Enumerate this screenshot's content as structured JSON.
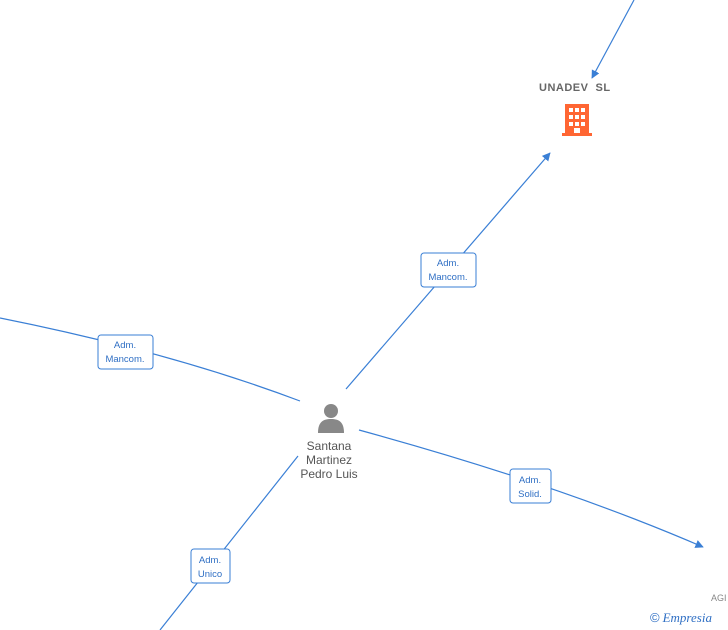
{
  "company": {
    "name": "UNADEV  SL",
    "icon": "building-icon",
    "color": "#ff6633"
  },
  "person": {
    "name_line1": "Santana",
    "name_line2": "Martinez",
    "name_line3": "Pedro Luis",
    "icon": "person-icon",
    "color": "#888888"
  },
  "edges": [
    {
      "id": "edge-to-company",
      "label_line1": "Adm.",
      "label_line2": "Mancom."
    },
    {
      "id": "edge-left",
      "label_line1": "Adm.",
      "label_line2": "Mancom."
    },
    {
      "id": "edge-right",
      "label_line1": "Adm.",
      "label_line2": "Solid."
    },
    {
      "id": "edge-bottom",
      "label_line1": "Adm.",
      "label_line2": "Unico"
    }
  ],
  "cut_text": "AGI",
  "brand": {
    "copyright": "©",
    "name": "Empresia"
  },
  "colors": {
    "edge": "#3a7fd5",
    "company": "#ff6633",
    "person": "#888888"
  }
}
